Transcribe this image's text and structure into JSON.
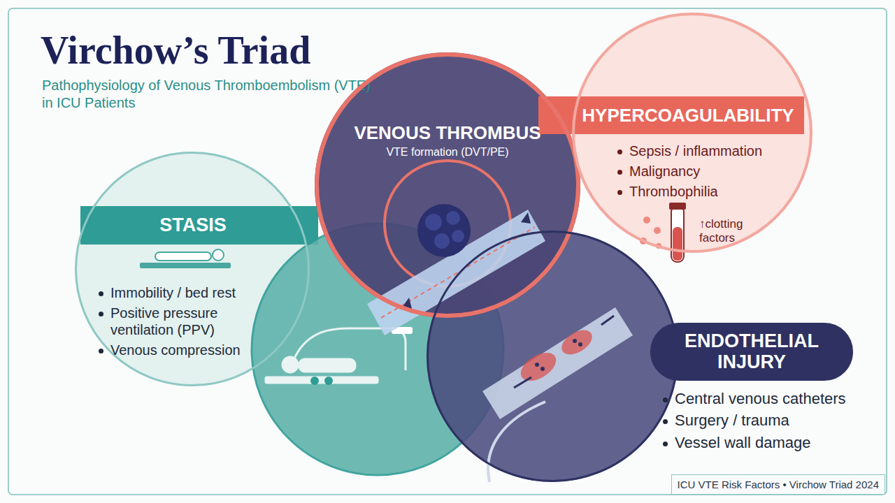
{
  "diagram": {
    "title": "Virchow’s Triad",
    "caption": "Pathophysiology of Venous Thromboembolism (VTE) in ICU Patients",
    "nodes": [
      {
        "text": [
          "STASIS",
          "Immobility / bed rest",
          "Positive pressure ventilation (PPV)",
          "Venous compression"
        ]
      },
      {
        "text": [
          "VENOUS THROMBUS",
          "VTE formation (DVT/PE)"
        ]
      },
      {
        "text": [
          "HYPERCOAGULABILITY",
          "Sepsis / inflammation",
          "Malignancy",
          "Thrombophilia",
          "↑clotting factors"
        ]
      },
      {
        "text": [
          "ENDOTHELIAL INJURY",
          "Central venous catheters",
          "Surgery / trauma",
          "Vessel wall damage"
        ]
      }
    ],
    "labels": [
      "ICU VTE Risk Factors • Virchow Triad 2024"
    ]
  }
}
